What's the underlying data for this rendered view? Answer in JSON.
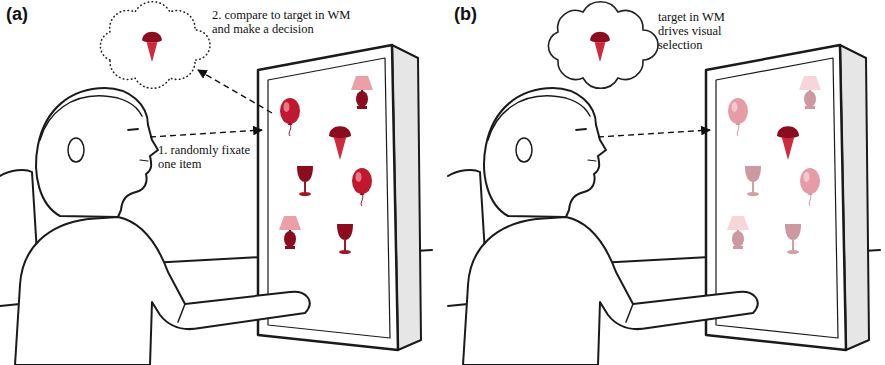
{
  "diagram": {
    "labels": [
      "(a)",
      "2. compare to target in WM and make a decision",
      "1. randomly fixate one item",
      "(b)",
      "target in WM drives visual selection"
    ]
  }
}
